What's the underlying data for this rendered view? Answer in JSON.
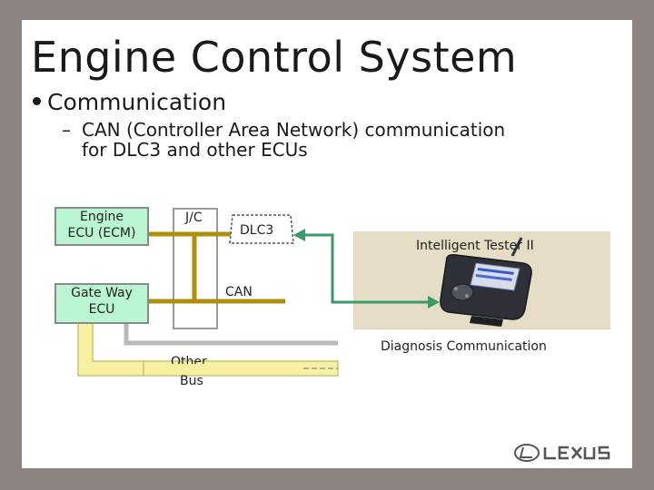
{
  "slide": {
    "title": "Engine Control System",
    "bullet": "Communication",
    "sub_dash": "–",
    "sub_line1": "CAN (Controller Area Network) communication",
    "sub_line2": "for DLC3 and other ECUs"
  },
  "diagram": {
    "engine_ecu_line1": "Engine",
    "engine_ecu_line2": "ECU (ECM)",
    "gateway_ecu_line1": "Gate Way",
    "gateway_ecu_line2": "ECU",
    "jc_label": "J/C",
    "dlc3_label": "DLC3",
    "can_label": "CAN",
    "tester_label": "Intelligent Tester II",
    "diag_comm_label": "Diagnosis Communication",
    "other_label": "Other",
    "bus_label": "Bus"
  },
  "colors": {
    "background": "#8c8480",
    "ecu_fill": "#b8f5d0",
    "can_line": "#b0900a",
    "diag_line": "#3a9a6a",
    "tester_panel": "#e4dcc4",
    "bus_fill": "#f6f0a0"
  },
  "logo": {
    "icon": "lexus-logo-icon"
  }
}
